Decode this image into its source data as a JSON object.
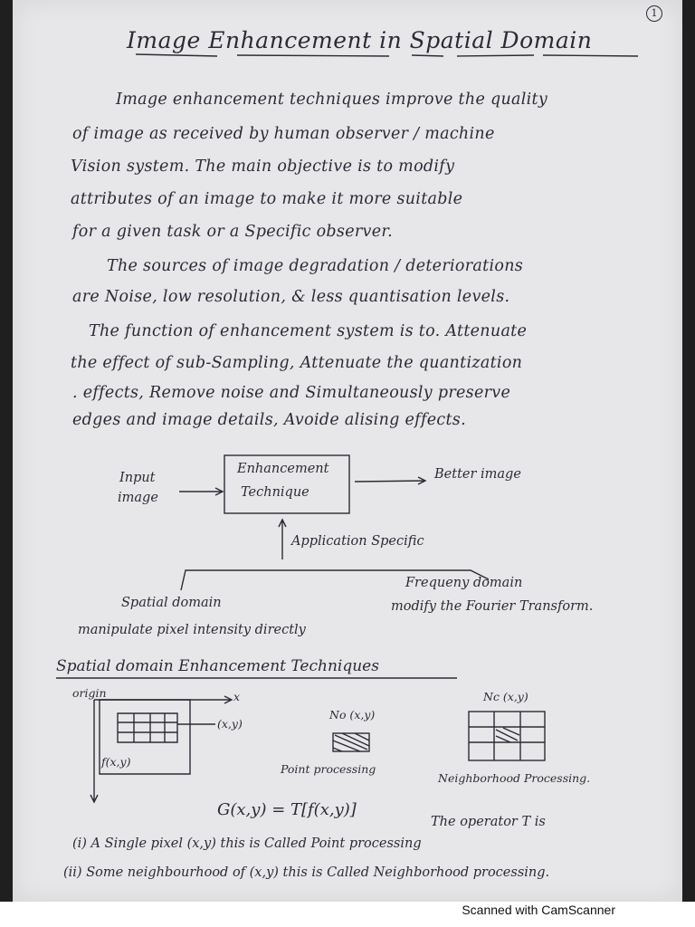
{
  "page": {
    "number": "1",
    "title": "Image Enhancement in Spatial Domain"
  },
  "intro": {
    "lines": [
      "Image enhancement techniques improve the quality",
      "of image as received by human observer / machine",
      "Vision system. The main objective is to modify",
      "attributes of an image to make it more suitable",
      "for a given task or a Specific observer.",
      "The sources of image degradation / deteriorations",
      "are Noise, low resolution, & less quantisation levels.",
      "The function of enhancement system is to. Attenuate",
      "the effect of sub-Sampling, Attenuate the quantization",
      ". effects, Remove noise and Simultaneously preserve",
      "edges and image details, Avoide alising effects."
    ]
  },
  "flow": {
    "input": [
      "Input",
      "image"
    ],
    "box": [
      "Enhancement",
      "Technique"
    ],
    "output": "Better image",
    "application": "Application Specific",
    "spatial": "Spatial domain",
    "spatial_note": "manipulate pixel intensity directly",
    "frequency": "Frequeny domain",
    "frequency_note": "modify the Fourier Transform."
  },
  "techniques": {
    "heading": "Spatial domain Enhancement Techniques",
    "origin": "origin",
    "x_axis": "x",
    "point_xy": "(x,y)",
    "fxy": "f(x,y)",
    "point_label": "No (x,y)",
    "point_caption": "Point processing",
    "neigh_label": "Nc (x,y)",
    "neigh_caption": "Neighborhood Processing."
  },
  "formula": {
    "equation": "G(x,y) = T[f(x,y)]",
    "note": "The operator T is",
    "item1": "(i) A Single pixel (x,y) this is Called Point processing",
    "item2": "(ii) Some neighbourhood of (x,y) this is Called Neighborhood processing."
  },
  "footer": {
    "watermark": "Scanned with CamScanner"
  }
}
